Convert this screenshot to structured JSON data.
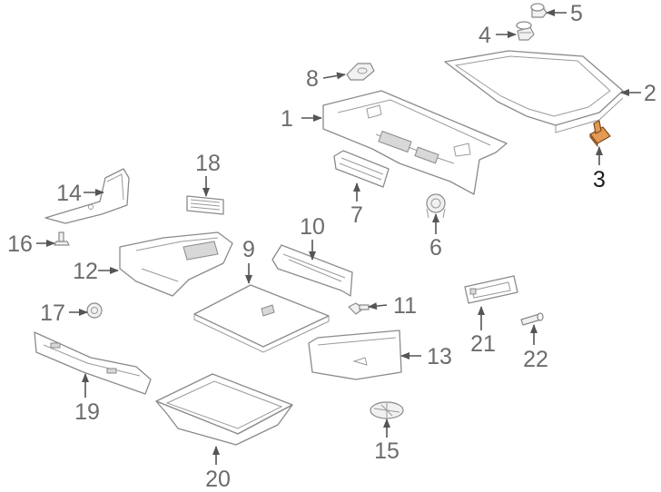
{
  "callouts": [
    "1",
    "2",
    "3",
    "4",
    "5",
    "6",
    "7",
    "8",
    "9",
    "10",
    "11",
    "12",
    "13",
    "14",
    "15",
    "16",
    "17",
    "18",
    "19",
    "20",
    "21",
    "22"
  ],
  "highlighted_part": "3",
  "colors": {
    "highlight": "#e39a55",
    "line": "#8a8a8a",
    "label": "#6c6c6c"
  }
}
